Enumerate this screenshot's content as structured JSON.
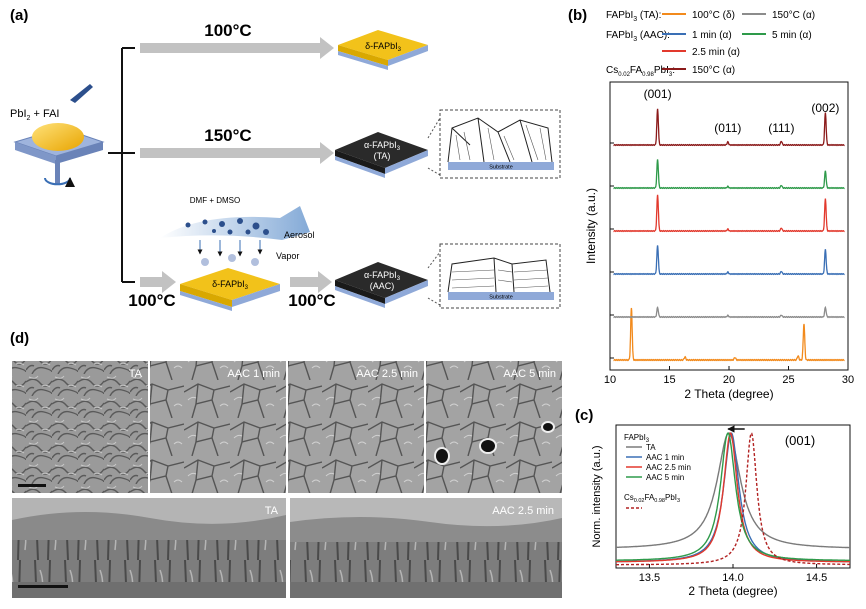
{
  "panel_labels": {
    "a": "(a)",
    "b": "(b)",
    "c": "(c)",
    "d": "(d)"
  },
  "schematic": {
    "precursor_a": "PbI",
    "precursor_sub": "2",
    "precursor_b": " + FAI",
    "route_top_temp": "100°C",
    "route_mid_temp": "150°C",
    "route_bot_temp_1": "100°C",
    "route_bot_temp_2": "100°C",
    "top_product": "δ-FAPbI",
    "top_product_sub": "3",
    "mid_product_1": "α-FAPbI",
    "mid_product_sub": "3",
    "mid_product_2": "(TA)",
    "bot_intermediate": "δ-FAPbI",
    "bot_intermediate_sub": "3",
    "bot_product_1": "α-FAPbI",
    "bot_product_sub": "3",
    "bot_product_2": "(AAC)",
    "aerosol_solvent": "DMF + DMSO",
    "aerosol": "Aerosol",
    "vapor": "Vapor",
    "substrate": "Substrate"
  },
  "legend_b": {
    "row1_label": "FAPbI",
    "row1_sub": "3",
    "row1_suffix": " (TA):",
    "row2_label": "FAPbI",
    "row2_sub": "3",
    "row2_suffix": " (AAC):",
    "row3_label": "Cs",
    "row3_sub1": "0.02",
    "row3_mid": "FA",
    "row3_sub2": "0.98",
    "row3_end": "PbI",
    "row3_sub3": "3",
    "row3_suffix": ":",
    "entries": [
      {
        "text": "100°C (δ)",
        "color": "#f28a1c"
      },
      {
        "text": "150°C (α)",
        "color": "#8c8c8c"
      },
      {
        "text": "1 min (α)",
        "color": "#3a6fb5"
      },
      {
        "text": "5 min (α)",
        "color": "#2e9a4a"
      },
      {
        "text": "2.5 min (α)",
        "color": "#e2392d"
      },
      {
        "text": "150°C (α)",
        "color": "#8b1a1a"
      }
    ]
  },
  "chart_data": [
    {
      "type": "line",
      "xlabel": "2 Theta (degree)",
      "ylabel": "Intensity (a.u.)",
      "xlim": [
        10,
        30
      ],
      "xticks": [
        10,
        15,
        20,
        25,
        30
      ],
      "peak_labels": [
        {
          "text": "(001)",
          "x": 14.0
        },
        {
          "text": "(011)",
          "x": 19.9
        },
        {
          "text": "(111)",
          "x": 24.4
        },
        {
          "text": "(002)",
          "x": 28.1
        }
      ],
      "series": [
        {
          "color": "#f28a1c",
          "offset": 0,
          "peaks": [
            [
              11.8,
              1.0
            ],
            [
              16.3,
              0.06
            ],
            [
              20.5,
              0.05
            ],
            [
              25.8,
              0.08
            ],
            [
              26.3,
              0.7
            ]
          ]
        },
        {
          "color": "#8c8c8c",
          "offset": 1,
          "peaks": [
            [
              14.0,
              0.25
            ],
            [
              19.9,
              0.04
            ],
            [
              24.4,
              0.05
            ],
            [
              28.1,
              0.25
            ]
          ]
        },
        {
          "color": "#3a6fb5",
          "offset": 2,
          "peaks": [
            [
              14.0,
              0.75
            ],
            [
              19.9,
              0.05
            ],
            [
              24.4,
              0.07
            ],
            [
              28.1,
              0.65
            ]
          ]
        },
        {
          "color": "#e2392d",
          "offset": 3,
          "peaks": [
            [
              14.0,
              0.95
            ],
            [
              19.9,
              0.05
            ],
            [
              24.4,
              0.08
            ],
            [
              28.1,
              0.85
            ]
          ]
        },
        {
          "color": "#2e9a4a",
          "offset": 4,
          "peaks": [
            [
              14.0,
              0.75
            ],
            [
              19.9,
              0.04
            ],
            [
              24.4,
              0.07
            ],
            [
              28.1,
              0.45
            ]
          ]
        },
        {
          "color": "#8b1a1a",
          "offset": 5,
          "peaks": [
            [
              14.0,
              0.95
            ],
            [
              19.9,
              0.08
            ],
            [
              24.4,
              0.1
            ],
            [
              28.1,
              0.85
            ]
          ]
        }
      ]
    },
    {
      "type": "line",
      "xlabel": "2 Theta (degree)",
      "ylabel": "Norm. intensity (a.u.)",
      "xlim": [
        13.3,
        14.7
      ],
      "xticks": [
        13.5,
        14.0,
        14.5
      ],
      "annotation": "(001)",
      "legend_title": "FAPbI",
      "legend_title_sub": "3",
      "legend_cs": "Cs",
      "legend_cs_sub1": "0.02",
      "legend_cs_mid": "FA",
      "legend_cs_sub2": "0.98",
      "legend_cs_end": "PbI",
      "legend_cs_sub3": "3",
      "series": [
        {
          "name": "TA",
          "color": "#7a7a7a",
          "center": 13.975,
          "width": 0.085,
          "baseline": 0.12,
          "dashed": false
        },
        {
          "name": "AAC 1 min",
          "color": "#3a6fb5",
          "center": 13.99,
          "width": 0.055,
          "baseline": 0.02,
          "dashed": false
        },
        {
          "name": "AAC 2.5 min",
          "color": "#e2392d",
          "center": 13.985,
          "width": 0.05,
          "baseline": 0.02,
          "dashed": false
        },
        {
          "name": "AAC 5 min",
          "color": "#2e9a4a",
          "center": 13.97,
          "width": 0.055,
          "baseline": 0.03,
          "dashed": false
        },
        {
          "name": "",
          "color": "#b22222",
          "center": 14.11,
          "width": 0.04,
          "baseline": 0.0,
          "dashed": true
        }
      ]
    }
  ],
  "sem": {
    "top_labels": [
      "TA",
      "AAC 1 min",
      "AAC 2.5 min",
      "AAC 5 min"
    ],
    "bottom_labels": [
      "TA",
      "AAC 2.5 min"
    ]
  }
}
